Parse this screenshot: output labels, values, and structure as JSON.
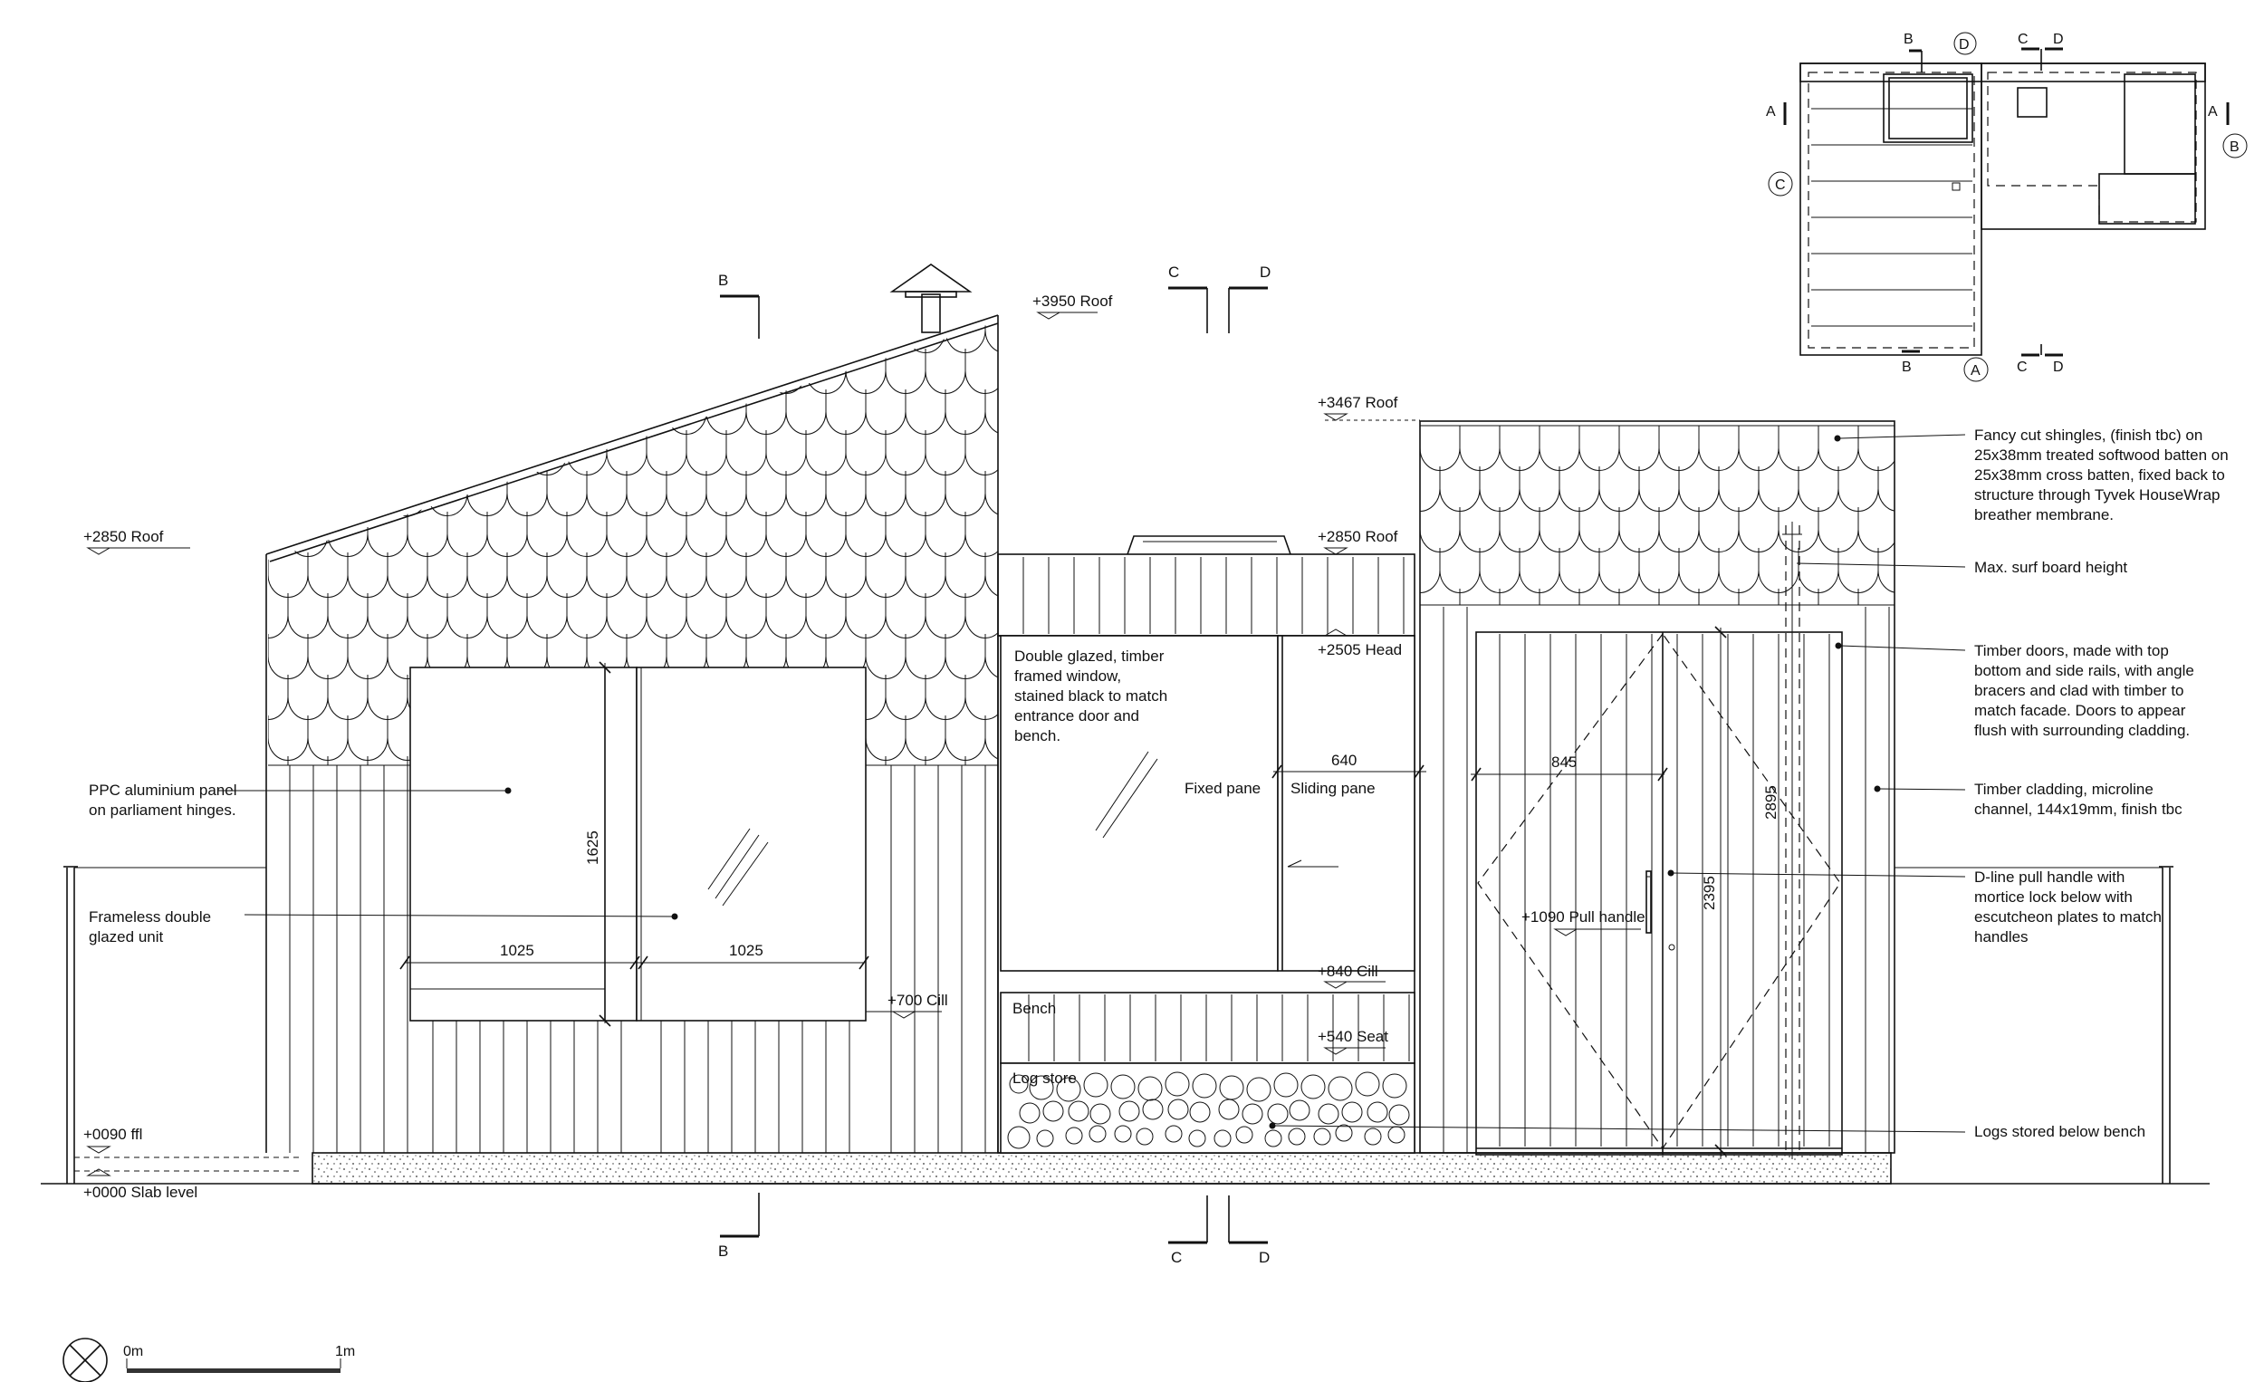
{
  "sections": {
    "top_b": "B",
    "top_c": "C",
    "top_d": "D",
    "bottom_b": "B",
    "bottom_c": "C",
    "bottom_d": "D"
  },
  "levels": {
    "roof_3950": "+3950 Roof",
    "roof_3467": "+3467 Roof",
    "roof_2850_left": "+2850 Roof",
    "roof_2850_mid": "+2850 Roof",
    "head_2505": "+2505 Head",
    "cill_840": "+840 Cill",
    "seat_540": "+540 Seat",
    "cill_700": "+700 Cill",
    "pull_handle_1090": "+1090 Pull handle",
    "ffl_0090": "+0090 ffl",
    "slab_0000": "+0000 Slab level"
  },
  "dimensions": {
    "width_left_pane": "1025",
    "width_right_pane": "1025",
    "height_window": "1625",
    "width_sliding": "640",
    "width_door": "845",
    "height_door": "2395",
    "height_surf": "2895"
  },
  "labels": {
    "fixed_pane": "Fixed pane",
    "sliding_pane": "Sliding pane",
    "bench": "Bench",
    "log_store": "Log store",
    "window_note": [
      "Double glazed, timber",
      "framed window,",
      "stained black to match",
      "entrance door and",
      "bench."
    ]
  },
  "annotations": {
    "ppc_panel": [
      "PPC aluminium panel",
      "on parliament hinges."
    ],
    "frameless": [
      "Frameless double",
      "glazed unit"
    ],
    "shingles": [
      "Fancy cut shingles, (finish tbc) on",
      "25x38mm treated softwood batten on",
      "25x38mm cross batten, fixed back to",
      "structure through Tyvek HouseWrap",
      "breather membrane."
    ],
    "surf": [
      "Max. surf board height"
    ],
    "doors": [
      "Timber doors, made with top",
      "bottom and side rails, with angle",
      "bracers and clad with timber to",
      "match facade. Doors to appear",
      "flush with surrounding cladding."
    ],
    "cladding": [
      "Timber cladding, microline",
      "channel, 144x19mm, finish tbc"
    ],
    "handle": [
      "D-line pull handle with",
      "mortice lock below with",
      "escutcheon plates to match",
      "handles"
    ],
    "logs": [
      "Logs stored below bench"
    ]
  },
  "key_plan": {
    "b_top": "B",
    "d_top": "D",
    "c_top": "C",
    "d_top2": "D",
    "a_left": "A",
    "b_right": "B",
    "a_right": "A",
    "c_left": "C",
    "b_bottom": "B",
    "a_bottom": "A",
    "c_bottom": "C",
    "d_bottom": "D"
  },
  "scale": {
    "start": "0m",
    "end": "1m"
  }
}
